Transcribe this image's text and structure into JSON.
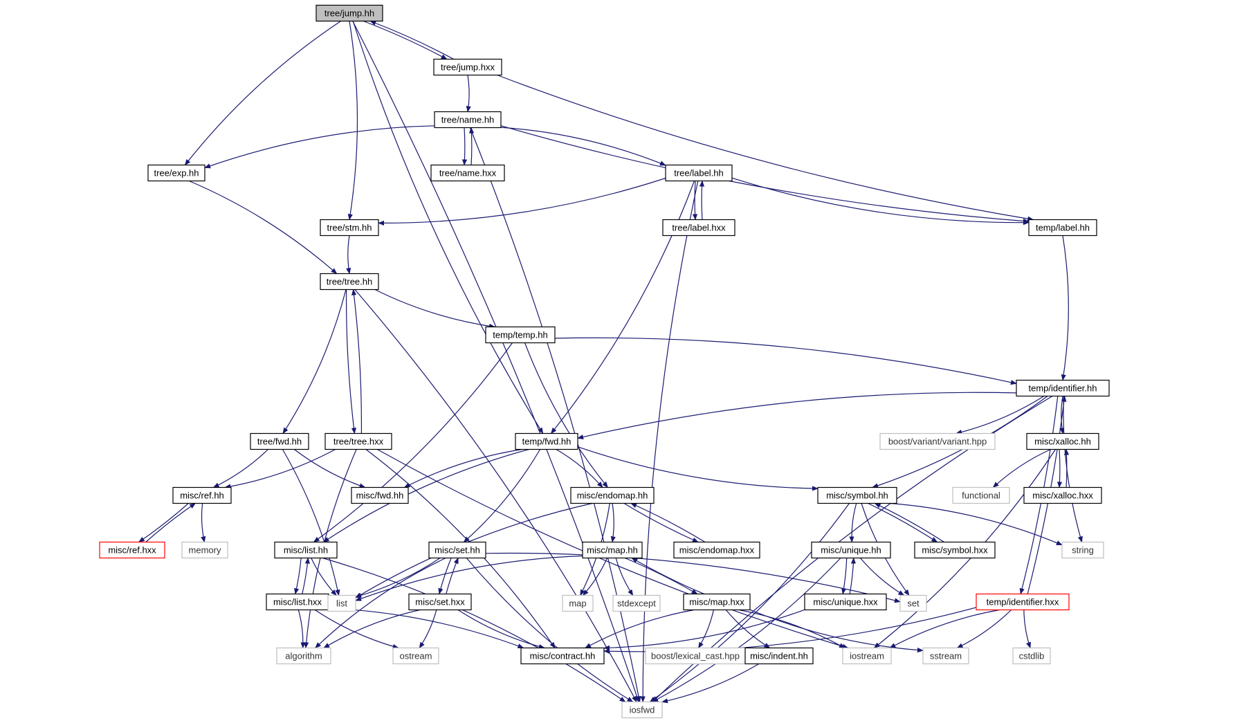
{
  "colors": {
    "edge": "#191970",
    "arrow": "#191970",
    "node_border": "#000000",
    "external_border": "#bfbfbf",
    "incomplete_border": "#ff0000",
    "focus_fill": "#bfbfbf",
    "text": "#000000",
    "external_text": "#333333"
  },
  "nodes": [
    {
      "id": "jump_hh",
      "label": "tree/jump.hh",
      "kind": "focus"
    },
    {
      "id": "jump_hxx",
      "label": "tree/jump.hxx",
      "kind": "normal"
    },
    {
      "id": "name_hh",
      "label": "tree/name.hh",
      "kind": "normal"
    },
    {
      "id": "name_hxx",
      "label": "tree/name.hxx",
      "kind": "normal"
    },
    {
      "id": "exp_hh",
      "label": "tree/exp.hh",
      "kind": "normal"
    },
    {
      "id": "tlabel_hh",
      "label": "tree/label.hh",
      "kind": "normal"
    },
    {
      "id": "tlabel_hxx",
      "label": "tree/label.hxx",
      "kind": "normal"
    },
    {
      "id": "stm_hh",
      "label": "tree/stm.hh",
      "kind": "normal"
    },
    {
      "id": "templabel_hh",
      "label": "temp/label.hh",
      "kind": "normal"
    },
    {
      "id": "tree_hh",
      "label": "tree/tree.hh",
      "kind": "normal"
    },
    {
      "id": "temp_hh",
      "label": "temp/temp.hh",
      "kind": "normal"
    },
    {
      "id": "ident_hh",
      "label": "temp/identifier.hh",
      "kind": "normal"
    },
    {
      "id": "tfwd_hh",
      "label": "tree/fwd.hh",
      "kind": "normal"
    },
    {
      "id": "tree_hxx",
      "label": "tree/tree.hxx",
      "kind": "normal"
    },
    {
      "id": "tempfwd_hh",
      "label": "temp/fwd.hh",
      "kind": "normal"
    },
    {
      "id": "boostvariant",
      "label": "boost/variant/variant.hpp",
      "kind": "external"
    },
    {
      "id": "xalloc_hh",
      "label": "misc/xalloc.hh",
      "kind": "normal"
    },
    {
      "id": "ref_hh",
      "label": "misc/ref.hh",
      "kind": "normal"
    },
    {
      "id": "mfwd_hh",
      "label": "misc/fwd.hh",
      "kind": "normal"
    },
    {
      "id": "endomap_hh",
      "label": "misc/endomap.hh",
      "kind": "normal"
    },
    {
      "id": "symbol_hh",
      "label": "misc/symbol.hh",
      "kind": "normal"
    },
    {
      "id": "functional",
      "label": "functional",
      "kind": "external"
    },
    {
      "id": "xalloc_hxx",
      "label": "misc/xalloc.hxx",
      "kind": "normal"
    },
    {
      "id": "ref_hxx",
      "label": "misc/ref.hxx",
      "kind": "incomplete"
    },
    {
      "id": "memory",
      "label": "memory",
      "kind": "external"
    },
    {
      "id": "mlist_hh",
      "label": "misc/list.hh",
      "kind": "normal"
    },
    {
      "id": "mset_hh",
      "label": "misc/set.hh",
      "kind": "normal"
    },
    {
      "id": "map_hh",
      "label": "misc/map.hh",
      "kind": "normal"
    },
    {
      "id": "endomap_hxx",
      "label": "misc/endomap.hxx",
      "kind": "normal"
    },
    {
      "id": "unique_hh",
      "label": "misc/unique.hh",
      "kind": "normal"
    },
    {
      "id": "symbol_hxx",
      "label": "misc/symbol.hxx",
      "kind": "normal"
    },
    {
      "id": "string",
      "label": "string",
      "kind": "external"
    },
    {
      "id": "mlist_hxx",
      "label": "misc/list.hxx",
      "kind": "normal"
    },
    {
      "id": "list",
      "label": "list",
      "kind": "external"
    },
    {
      "id": "mset_hxx",
      "label": "misc/set.hxx",
      "kind": "normal"
    },
    {
      "id": "map",
      "label": "map",
      "kind": "external"
    },
    {
      "id": "stdexcept",
      "label": "stdexcept",
      "kind": "external"
    },
    {
      "id": "map_hxx",
      "label": "misc/map.hxx",
      "kind": "normal"
    },
    {
      "id": "unique_hxx",
      "label": "misc/unique.hxx",
      "kind": "normal"
    },
    {
      "id": "set",
      "label": "set",
      "kind": "external"
    },
    {
      "id": "ident_hxx",
      "label": "temp/identifier.hxx",
      "kind": "incomplete"
    },
    {
      "id": "algorithm",
      "label": "algorithm",
      "kind": "external"
    },
    {
      "id": "ostream",
      "label": "ostream",
      "kind": "external"
    },
    {
      "id": "contract_hh",
      "label": "misc/contract.hh",
      "kind": "normal"
    },
    {
      "id": "lexical_cast",
      "label": "boost/lexical_cast.hpp",
      "kind": "external"
    },
    {
      "id": "indent_hh",
      "label": "misc/indent.hh",
      "kind": "normal"
    },
    {
      "id": "iostream",
      "label": "iostream",
      "kind": "external"
    },
    {
      "id": "sstream",
      "label": "sstream",
      "kind": "external"
    },
    {
      "id": "cstdlib",
      "label": "cstdlib",
      "kind": "external"
    },
    {
      "id": "iosfwd",
      "label": "iosfwd",
      "kind": "external"
    }
  ],
  "edges": [
    [
      "jump_hh",
      "jump_hxx"
    ],
    [
      "jump_hh",
      "exp_hh"
    ],
    [
      "jump_hh",
      "stm_hh"
    ],
    [
      "jump_hh",
      "tempfwd_hh"
    ],
    [
      "jump_hh",
      "iosfwd"
    ],
    [
      "jump_hxx",
      "jump_hh"
    ],
    [
      "jump_hxx",
      "name_hh"
    ],
    [
      "jump_hxx",
      "templabel_hh"
    ],
    [
      "name_hh",
      "name_hxx"
    ],
    [
      "name_hh",
      "exp_hh"
    ],
    [
      "name_hh",
      "tlabel_hh"
    ],
    [
      "name_hh",
      "templabel_hh"
    ],
    [
      "name_hh",
      "iosfwd"
    ],
    [
      "name_hxx",
      "name_hh"
    ],
    [
      "exp_hh",
      "tree_hh"
    ],
    [
      "tlabel_hh",
      "tlabel_hxx"
    ],
    [
      "tlabel_hh",
      "stm_hh"
    ],
    [
      "tlabel_hh",
      "templabel_hh"
    ],
    [
      "tlabel_hh",
      "tempfwd_hh"
    ],
    [
      "tlabel_hh",
      "iosfwd"
    ],
    [
      "tlabel_hxx",
      "tlabel_hh"
    ],
    [
      "stm_hh",
      "tree_hh"
    ],
    [
      "templabel_hh",
      "ident_hh"
    ],
    [
      "tree_hh",
      "temp_hh"
    ],
    [
      "tree_hh",
      "tfwd_hh"
    ],
    [
      "tree_hh",
      "tree_hxx"
    ],
    [
      "tree_hh",
      "iosfwd"
    ],
    [
      "tree_hxx",
      "tree_hh"
    ],
    [
      "tree_hxx",
      "ref_hh"
    ],
    [
      "tree_hxx",
      "algorithm"
    ],
    [
      "tree_hxx",
      "contract_hh"
    ],
    [
      "tree_hxx",
      "iostream"
    ],
    [
      "temp_hh",
      "ident_hh"
    ],
    [
      "temp_hh",
      "endomap_hh"
    ],
    [
      "temp_hh",
      "mlist_hh"
    ],
    [
      "ident_hh",
      "tempfwd_hh"
    ],
    [
      "ident_hh",
      "boostvariant"
    ],
    [
      "ident_hh",
      "xalloc_hh"
    ],
    [
      "ident_hh",
      "symbol_hh"
    ],
    [
      "ident_hh",
      "string"
    ],
    [
      "ident_hh",
      "ident_hxx"
    ],
    [
      "ident_hh",
      "iosfwd"
    ],
    [
      "tfwd_hh",
      "ref_hh"
    ],
    [
      "tfwd_hh",
      "mfwd_hh"
    ],
    [
      "tfwd_hh",
      "list"
    ],
    [
      "tempfwd_hh",
      "mfwd_hh"
    ],
    [
      "tempfwd_hh",
      "endomap_hh"
    ],
    [
      "tempfwd_hh",
      "mlist_hh"
    ],
    [
      "tempfwd_hh",
      "mset_hh"
    ],
    [
      "tempfwd_hh",
      "symbol_hh"
    ],
    [
      "xalloc_hh",
      "xalloc_hxx"
    ],
    [
      "xalloc_hh",
      "functional"
    ],
    [
      "xalloc_hh",
      "iostream"
    ],
    [
      "xalloc_hxx",
      "xalloc_hh"
    ],
    [
      "ref_hh",
      "ref_hxx"
    ],
    [
      "ref_hh",
      "memory"
    ],
    [
      "ref_hxx",
      "ref_hh"
    ],
    [
      "endomap_hh",
      "endomap_hxx"
    ],
    [
      "endomap_hh",
      "map_hh"
    ],
    [
      "endomap_hh",
      "list"
    ],
    [
      "endomap_hh",
      "map"
    ],
    [
      "endomap_hxx",
      "endomap_hh"
    ],
    [
      "symbol_hh",
      "symbol_hxx"
    ],
    [
      "symbol_hh",
      "unique_hh"
    ],
    [
      "symbol_hh",
      "string"
    ],
    [
      "symbol_hh",
      "set"
    ],
    [
      "symbol_hh",
      "iosfwd"
    ],
    [
      "symbol_hxx",
      "symbol_hh"
    ],
    [
      "mlist_hh",
      "mlist_hxx"
    ],
    [
      "mlist_hh",
      "list"
    ],
    [
      "mlist_hh",
      "iosfwd"
    ],
    [
      "mlist_hxx",
      "mlist_hh"
    ],
    [
      "mlist_hxx",
      "algorithm"
    ],
    [
      "mlist_hxx",
      "ostream"
    ],
    [
      "mlist_hxx",
      "contract_hh"
    ],
    [
      "mset_hh",
      "mset_hxx"
    ],
    [
      "mset_hh",
      "list"
    ],
    [
      "mset_hh",
      "algorithm"
    ],
    [
      "mset_hh",
      "set"
    ],
    [
      "mset_hh",
      "iosfwd"
    ],
    [
      "mset_hxx",
      "mset_hh"
    ],
    [
      "mset_hxx",
      "algorithm"
    ],
    [
      "mset_hxx",
      "ostream"
    ],
    [
      "mset_hxx",
      "contract_hh"
    ],
    [
      "map_hh",
      "map_hxx"
    ],
    [
      "map_hh",
      "list"
    ],
    [
      "map_hh",
      "map"
    ],
    [
      "map_hh",
      "stdexcept"
    ],
    [
      "map_hxx",
      "map_hh"
    ],
    [
      "map_hxx",
      "contract_hh"
    ],
    [
      "map_hxx",
      "lexical_cast"
    ],
    [
      "map_hxx",
      "indent_hh"
    ],
    [
      "map_hxx",
      "iostream"
    ],
    [
      "map_hxx",
      "sstream"
    ],
    [
      "unique_hh",
      "unique_hxx"
    ],
    [
      "unique_hh",
      "set"
    ],
    [
      "unique_hh",
      "iosfwd"
    ],
    [
      "unique_hxx",
      "unique_hh"
    ],
    [
      "unique_hxx",
      "contract_hh"
    ],
    [
      "ident_hxx",
      "ident_hh"
    ],
    [
      "ident_hxx",
      "contract_hh"
    ],
    [
      "ident_hxx",
      "iostream"
    ],
    [
      "ident_hxx",
      "sstream"
    ],
    [
      "ident_hxx",
      "cstdlib"
    ],
    [
      "indent_hh",
      "iosfwd"
    ]
  ]
}
